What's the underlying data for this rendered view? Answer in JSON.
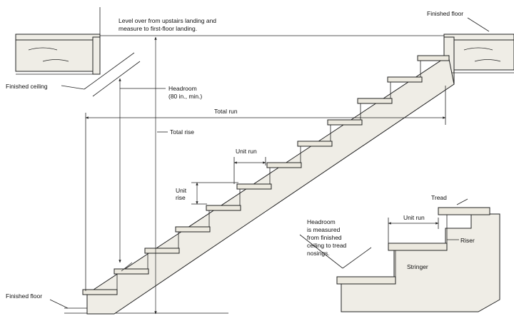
{
  "labels": {
    "level_note_line1": "Level over from upstairs landing and",
    "level_note_line2": "measure to first-floor landing.",
    "finished_floor_top": "Finished floor",
    "finished_ceiling": "Finished ceiling",
    "headroom_line1": "Headroom",
    "headroom_line2": "(80 in., min.)",
    "total_run": "Total run",
    "total_rise": "Total rise",
    "unit_run": "Unit run",
    "unit_rise_line1": "Unit",
    "unit_rise_line2": "rise",
    "finished_floor_bottom": "Finished floor",
    "detail_tread": "Tread",
    "detail_unit_run": "Unit run",
    "detail_riser": "Riser",
    "detail_stringer": "Stringer",
    "detail_note_line1": "Headroom",
    "detail_note_line2": "is measured",
    "detail_note_line3": "from finished",
    "detail_note_line4": "ceiling to tread",
    "detail_note_line5": "nosings."
  },
  "colors": {
    "line": "#222222",
    "wood": "#efede6",
    "background": "#ffffff"
  }
}
